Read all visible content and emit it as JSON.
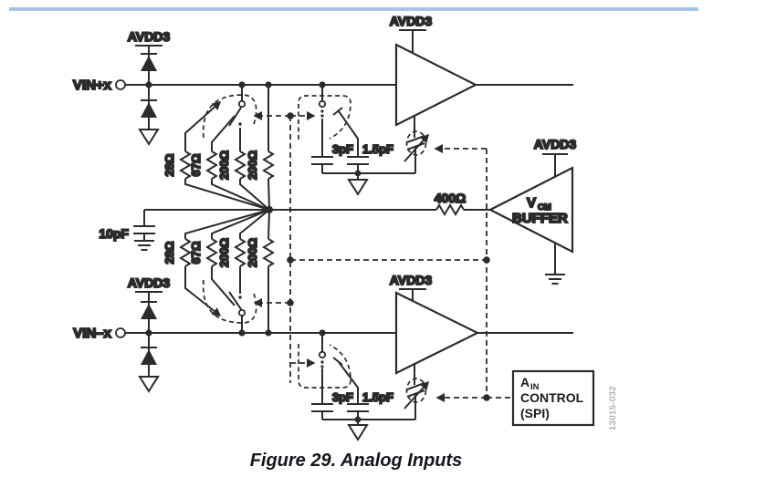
{
  "figure": {
    "caption": "Figure 29. Analog Inputs",
    "watermark": "13015-032"
  },
  "labels": {
    "supply": "AVDD3",
    "vin_positive": "VIN+x",
    "vin_negative": "VIN–x",
    "shunt_cap": "10pF",
    "sampling_cap_a": "3pF",
    "sampling_cap_b": "1.5pF",
    "resistor_bank": [
      "28Ω",
      "67Ω",
      "200Ω",
      "200Ω"
    ],
    "vcm_series_resistor": "400Ω"
  },
  "vcm_buffer": {
    "v": "V",
    "cm_subscript": "CM",
    "buffer": "BUFFER"
  },
  "ain_control_box": {
    "a": "A",
    "in_subscript": "IN",
    "line2": "CONTROL",
    "line3": "(SPI)"
  },
  "colors": {
    "schematic_line": "#2b2b2b",
    "label_text": "#1b1b1b",
    "divider_bar": "#a9c5e4",
    "watermark_text": "#8c8c8c",
    "background": "#ffffff"
  }
}
